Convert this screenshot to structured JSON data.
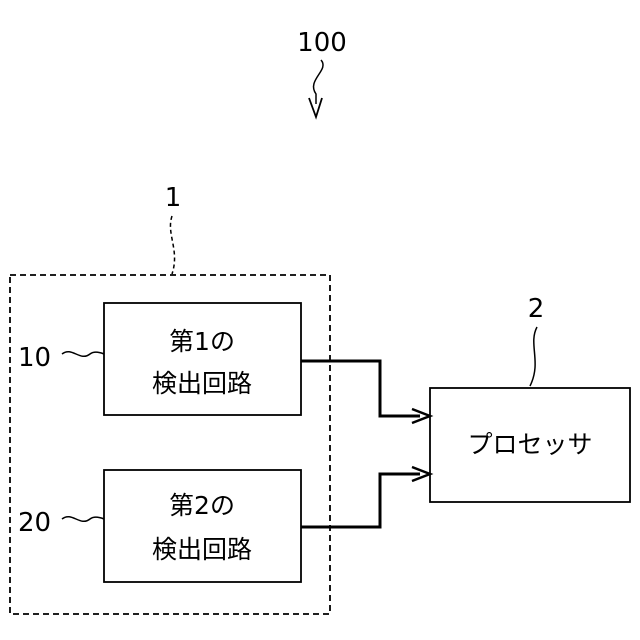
{
  "labels": {
    "system_ref": "100",
    "unit_ref": "1",
    "circuit1_ref": "10",
    "circuit2_ref": "20",
    "processor_ref": "2"
  },
  "blocks": {
    "circuit1": {
      "line1": "第1の",
      "line2": "検出回路"
    },
    "circuit2": {
      "line1": "第2の",
      "line2": "検出回路"
    },
    "processor": {
      "label": "プロセッサ"
    }
  },
  "colors": {
    "stroke": "#000000",
    "background": "#ffffff"
  }
}
